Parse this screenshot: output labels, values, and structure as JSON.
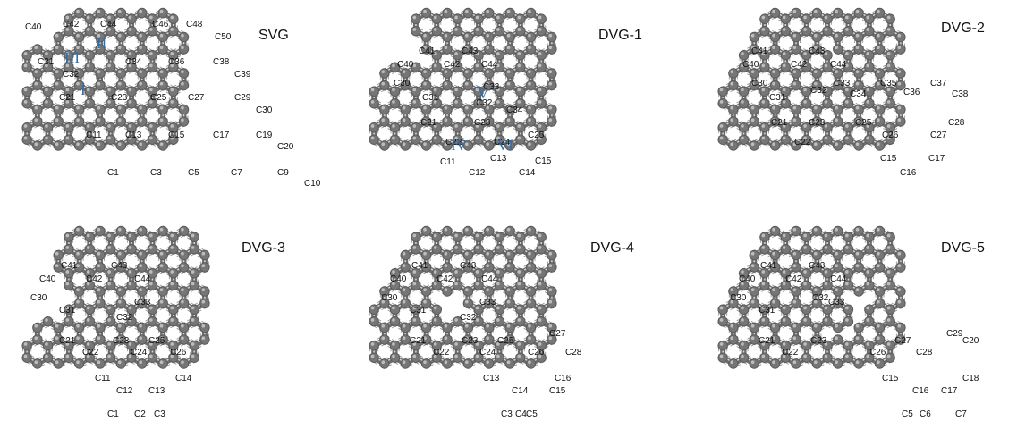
{
  "colors": {
    "bond": "#6e6e6e",
    "atom": "#767676",
    "dashed_outline": "#a0a0a0",
    "roman_numerals": "#2f6fb0",
    "background": "#ffffff"
  },
  "panels": [
    {
      "title": "SVG",
      "atom_labels": [
        "C40",
        "C42",
        "C44",
        "C46",
        "C48",
        "C50",
        "C31",
        "C32",
        "C34",
        "C36",
        "C38",
        "C39",
        "C21",
        "C23",
        "C25",
        "C27",
        "C29",
        "C30",
        "C11",
        "C13",
        "C15",
        "C17",
        "C19",
        "C20",
        "C1",
        "C3",
        "C5",
        "C7",
        "C9",
        "C10"
      ],
      "roman_labels": [
        "III",
        "II",
        "I"
      ]
    },
    {
      "title": "DVG-1",
      "atom_labels": [
        "C41",
        "C40",
        "C42",
        "C43",
        "C44",
        "C30",
        "C31",
        "C33",
        "C32",
        "C21",
        "C23",
        "C34",
        "C22",
        "C24",
        "C25",
        "C11",
        "C12",
        "C13",
        "C14",
        "C15"
      ],
      "roman_labels": [
        "V",
        "IV",
        "VI"
      ]
    },
    {
      "title": "DVG-2",
      "atom_labels": [
        "C41",
        "C40",
        "C42",
        "C43",
        "C44",
        "C33",
        "C35",
        "C36",
        "C37",
        "C38",
        "C30",
        "C31",
        "C32",
        "C34",
        "C21",
        "C23",
        "C25",
        "C28",
        "C22",
        "C26",
        "C27",
        "C15",
        "C16",
        "C17"
      ],
      "roman_labels": []
    },
    {
      "title": "DVG-3",
      "atom_labels": [
        "C41",
        "C40",
        "C42",
        "C43",
        "C44",
        "C30",
        "C31",
        "C33",
        "C32",
        "C21",
        "C23",
        "C25",
        "C22",
        "C24",
        "C26",
        "C11",
        "C12",
        "C13",
        "C14",
        "C1",
        "C2",
        "C3"
      ],
      "roman_labels": []
    },
    {
      "title": "DVG-4",
      "atom_labels": [
        "C41",
        "C40",
        "C42",
        "C43",
        "C44",
        "C30",
        "C31",
        "C32",
        "C33",
        "C21",
        "C23",
        "C25",
        "C27",
        "C22",
        "C24",
        "C26",
        "C28",
        "C13",
        "C14",
        "C16",
        "C15",
        "C3",
        "C4",
        "C5"
      ],
      "roman_labels": []
    },
    {
      "title": "DVG-5",
      "atom_labels": [
        "C41",
        "C40",
        "C42",
        "C43",
        "C44",
        "C30",
        "C31",
        "C32",
        "C33",
        "C21",
        "C23",
        "C27",
        "C29",
        "C20",
        "C22",
        "C26",
        "C28",
        "C15",
        "C16",
        "C18",
        "C17",
        "C5",
        "C6",
        "C7"
      ],
      "roman_labels": []
    }
  ]
}
